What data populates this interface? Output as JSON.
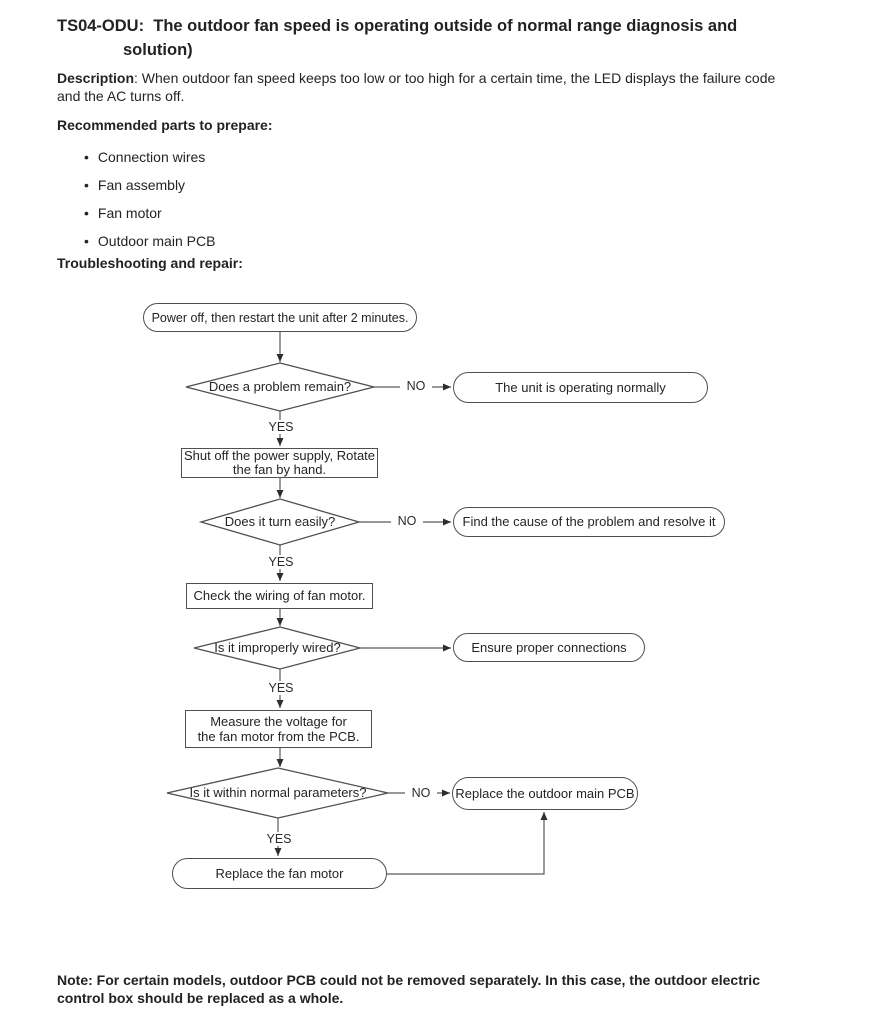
{
  "page": {
    "title_line1": "TS04-ODU:  The outdoor fan speed is operating outside of normal range diagnosis and",
    "title_line2": "solution)",
    "description_label": "Description",
    "description_text": ": When outdoor fan speed keeps too low or too high for a certain time, the LED displays the failure code and the AC turns off.",
    "parts_heading": "Recommended parts to prepare:",
    "parts": [
      "Connection wires",
      "Fan assembly",
      "Fan motor",
      "Outdoor main PCB"
    ],
    "flow_heading": "Troubleshooting and repair:",
    "note": "Note: For certain models, outdoor PCB could not be removed separately. In this case, the outdoor electric control box should be replaced as a whole."
  },
  "icons": {
    "bullet": "•"
  },
  "labels": {
    "yes": "YES",
    "no": "NO"
  },
  "flowchart": {
    "start": "Power off, then restart the unit after 2 minutes.",
    "q1": "Does a problem remain?",
    "end_normal": "The unit is operating normally",
    "step_shutoff": {
      "line1": "Shut off the power supply, Rotate",
      "line2": "the fan by hand."
    },
    "q2": "Does it turn easily?",
    "end_findcause": "Find the cause of the problem and resolve it",
    "step_checkwiring": "Check the wiring of fan motor.",
    "q3": "Is it improperly wired?",
    "end_ensure": "Ensure proper connections",
    "step_measure": {
      "line1": "Measure the voltage for",
      "line2": "the fan motor from the  PCB."
    },
    "q4": "Is it within normal parameters?",
    "end_replacepcb": "Replace the outdoor main PCB",
    "end_replacefan": "Replace the fan motor"
  }
}
